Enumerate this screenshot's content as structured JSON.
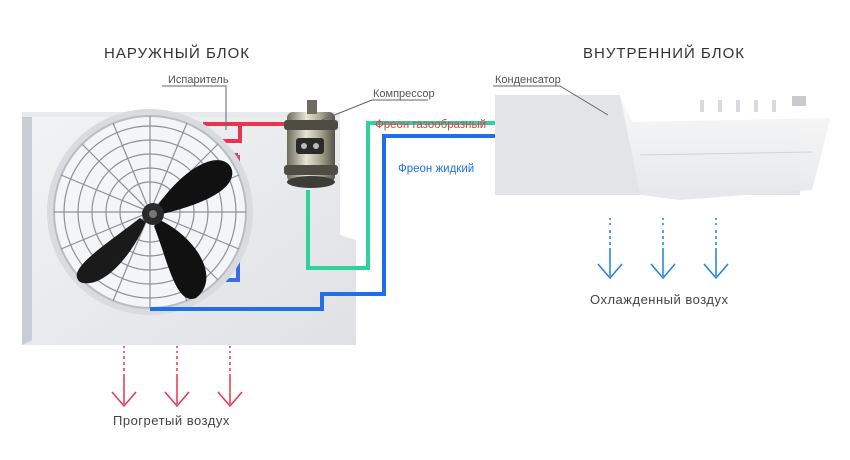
{
  "outdoor": {
    "title": "НАРУЖНЫЙ БЛОК"
  },
  "indoor": {
    "title": "ВНУТРЕННИЙ БЛОК"
  },
  "labels": {
    "evaporator": "Испаритель",
    "compressor": "Компрессор",
    "condenser": "Конденсатор",
    "freon_gas": "Фреон газообразный",
    "freon_liquid": "Фреон жидкий",
    "warm_air": "Прогретый воздух",
    "cool_air": "Охлажденный воздух"
  },
  "colors": {
    "hot_pipe": "#e8344e",
    "gas_pipe": "#2fd39a",
    "liquid_pipe": "#1f6fe8",
    "warm_arrow": "#e8344e",
    "cool_arrow": "#1f7fe0"
  },
  "icons": {
    "fan": "fan-icon",
    "compressor": "compressor-icon"
  }
}
